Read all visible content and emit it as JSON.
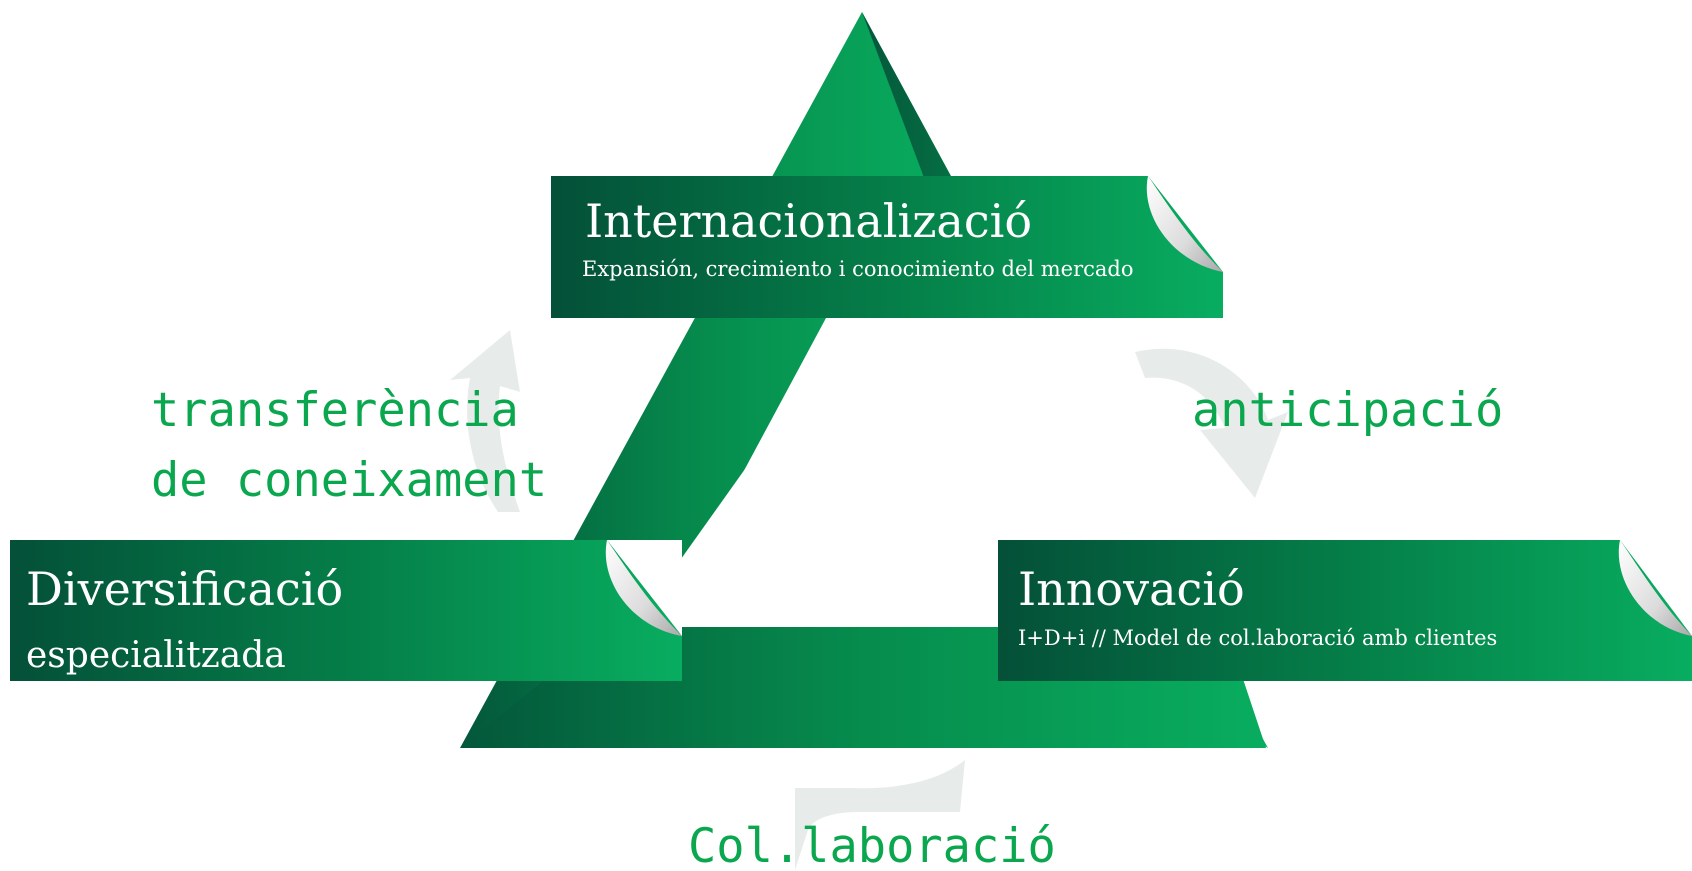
{
  "colors": {
    "green_dark": "#045038",
    "green_mid": "#05824a",
    "green_light": "#08ad60",
    "text_green": "#0aa74f",
    "arrow_grey": "#e7ecea"
  },
  "icons": {
    "top_left_arrow": "curved-arrow-up-icon",
    "top_right_arrow": "curved-arrow-down-icon",
    "bottom_arrow": "curved-arrow-left-icon"
  },
  "banners": {
    "top": {
      "title": "Internacionalizació",
      "subtitle": "Expansión, crecimiento i conocimiento del mercado"
    },
    "left": {
      "title": "Diversificació",
      "subtitle": "especialitzada"
    },
    "right": {
      "title": "Innovació",
      "subtitle": "I+D+i // Model de col.laboració amb clientes"
    }
  },
  "labels": {
    "left_line1": "transferència",
    "left_line2": "de coneixament",
    "right": "anticipació",
    "bottom": "Col.laboració"
  }
}
